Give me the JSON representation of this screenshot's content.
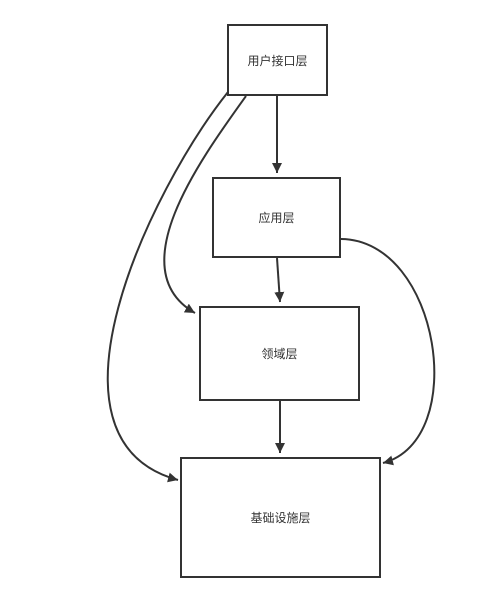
{
  "diagram": {
    "nodes": [
      {
        "id": "ui",
        "label": "用户接口层"
      },
      {
        "id": "app",
        "label": "应用层"
      },
      {
        "id": "domain",
        "label": "领域层"
      },
      {
        "id": "infra",
        "label": "基础设施层"
      }
    ],
    "edges": [
      {
        "from": "ui",
        "to": "app"
      },
      {
        "from": "ui",
        "to": "domain"
      },
      {
        "from": "ui",
        "to": "infra"
      },
      {
        "from": "app",
        "to": "domain"
      },
      {
        "from": "app",
        "to": "infra"
      },
      {
        "from": "domain",
        "to": "infra"
      }
    ],
    "colors": {
      "stroke": "#333333",
      "text": "#333333",
      "background": "#ffffff"
    }
  }
}
